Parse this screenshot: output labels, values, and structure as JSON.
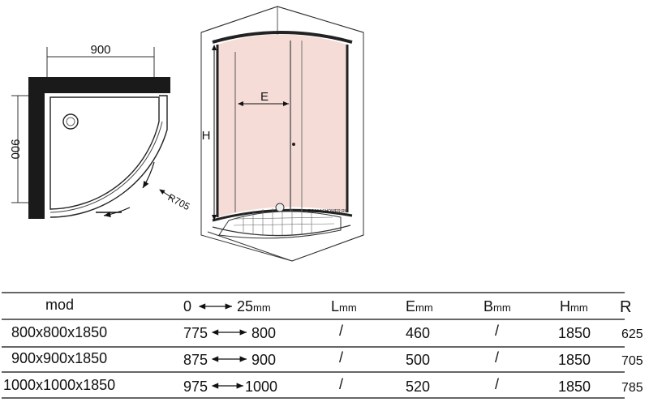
{
  "plan": {
    "width_label": "900",
    "depth_label": "900",
    "radius_label": "R705"
  },
  "elevation": {
    "e_label": "E",
    "h_label": "H",
    "watermark": "BOSSASHOWER.RU"
  },
  "table": {
    "headers": {
      "mod": "mod",
      "range_left": "0",
      "range_right": "25",
      "range_unit": "mm",
      "l": "L",
      "l_unit": "mm",
      "e": "E",
      "e_unit": "mm",
      "b": "B",
      "b_unit": "mm",
      "h": "H",
      "h_unit": "mm",
      "r": "R"
    },
    "rows": [
      {
        "mod": "800x800x1850",
        "range_min": "775",
        "range_max": "800",
        "l": "/",
        "e": "460",
        "b": "/",
        "h": "1850",
        "r": "625"
      },
      {
        "mod": "900x900x1850",
        "range_min": "875",
        "range_max": "900",
        "l": "/",
        "e": "500",
        "b": "/",
        "h": "1850",
        "r": "705"
      },
      {
        "mod": "1000x1000x1850",
        "range_min": "975",
        "range_max": "1000",
        "l": "/",
        "e": "520",
        "b": "/",
        "h": "1850",
        "r": "785"
      }
    ]
  }
}
